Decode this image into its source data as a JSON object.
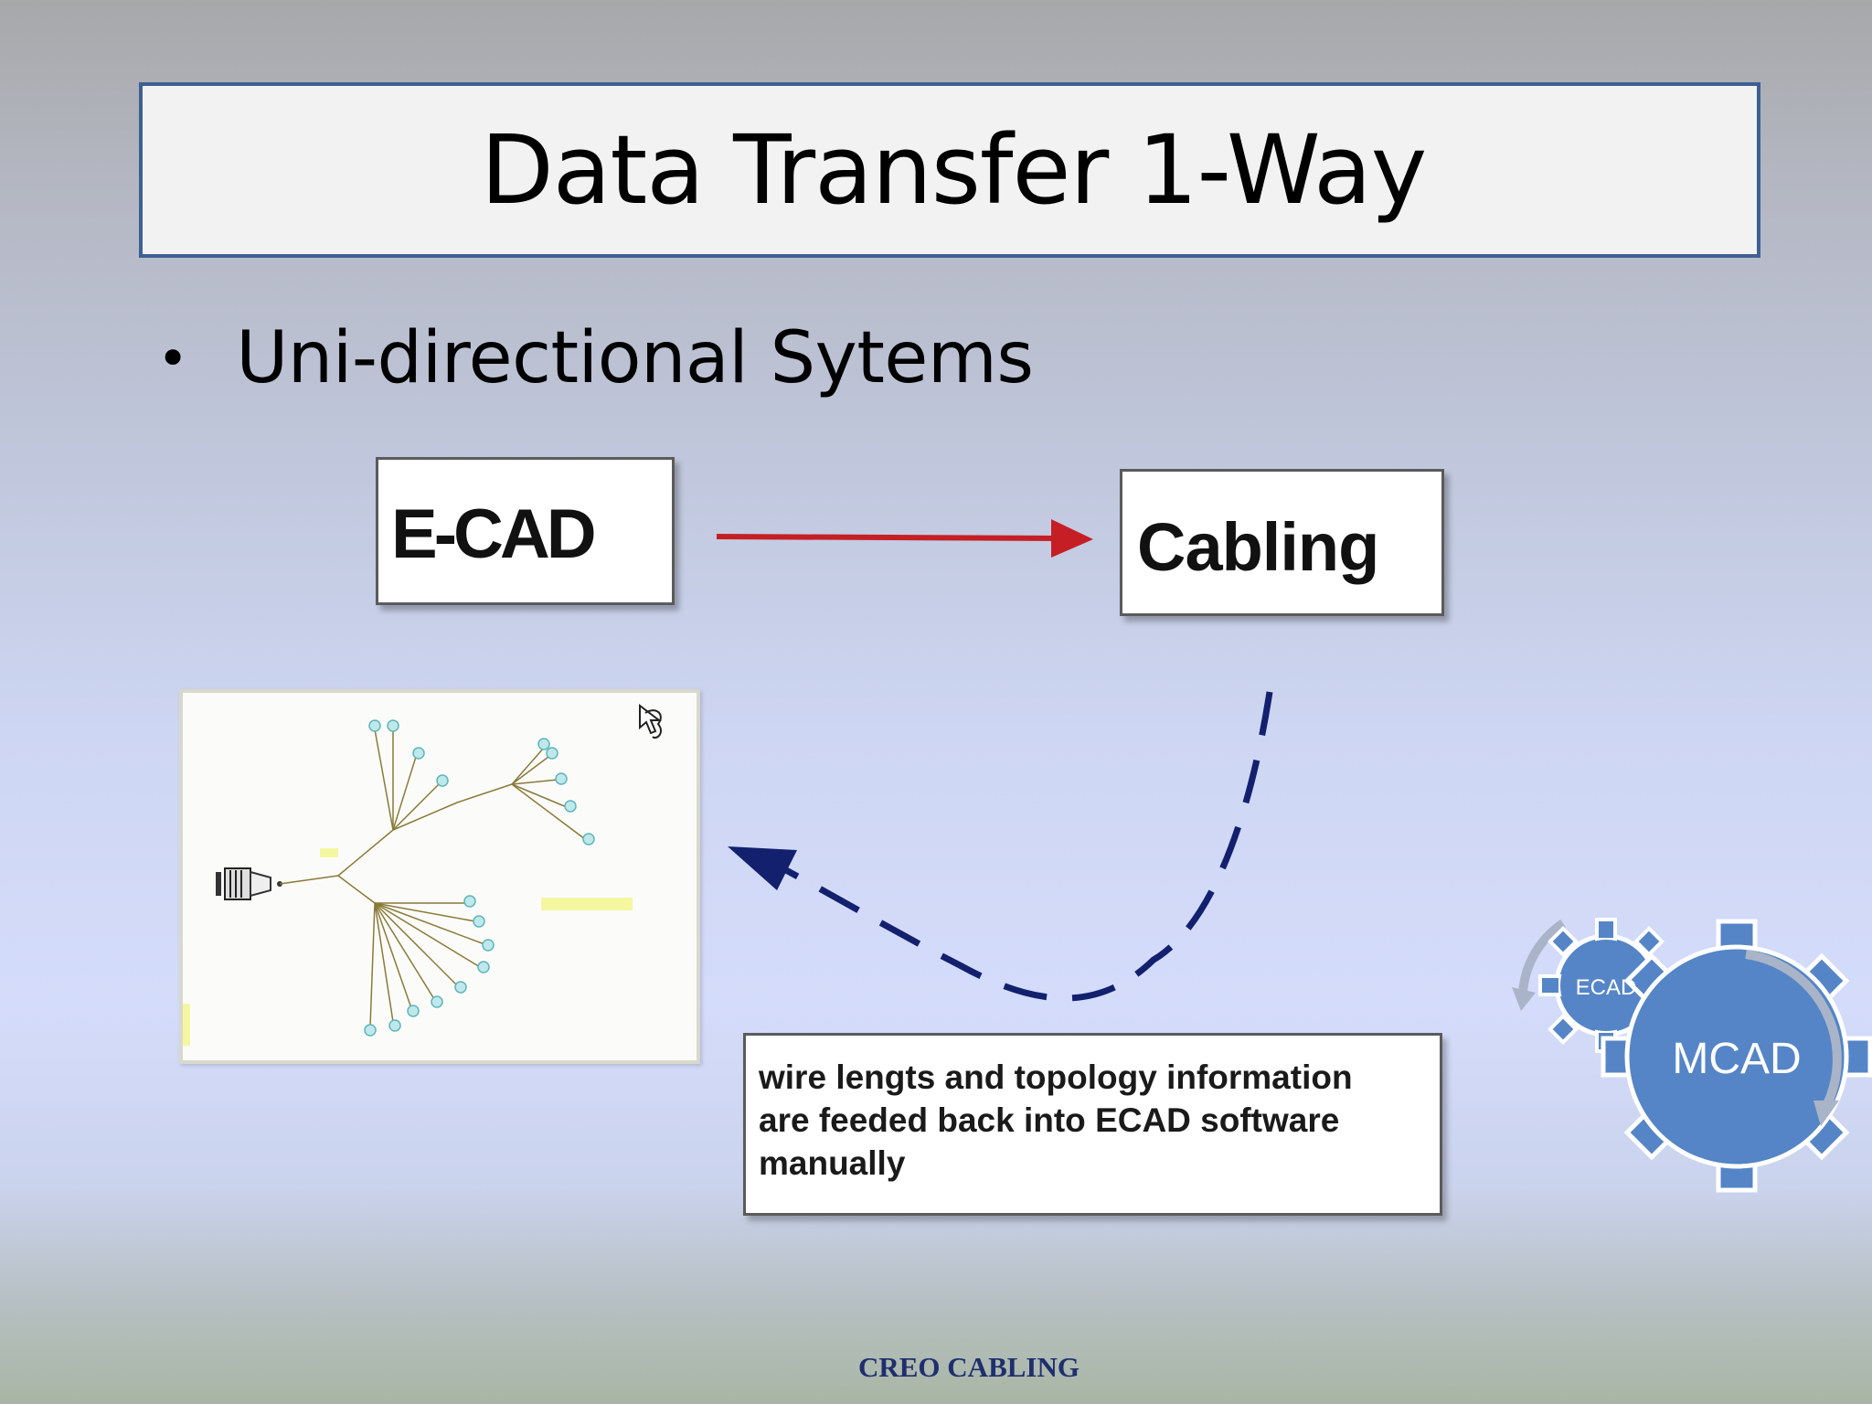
{
  "slide": {
    "title": "Data Transfer 1-Way",
    "bullet": "Uni-directional Sytems",
    "footer": "CREO CABLING"
  },
  "diagram": {
    "source_box": "E-CAD",
    "target_box": "Cabling",
    "note_lines": [
      "wire lengts and topology information",
      "are feeded back into ECAD software",
      "manually"
    ],
    "gear_small_label": "ECAD",
    "gear_large_label": "MCAD"
  },
  "colors": {
    "title_border": "#3e5f92",
    "forward_arrow": "#c51f25",
    "feedback_arrow": "#12206e",
    "gear_fill": "#5585c6",
    "footer_text": "#1f2f6d"
  },
  "icons": [
    "harness-diagram-image",
    "gear-icon",
    "cursor-icon"
  ]
}
